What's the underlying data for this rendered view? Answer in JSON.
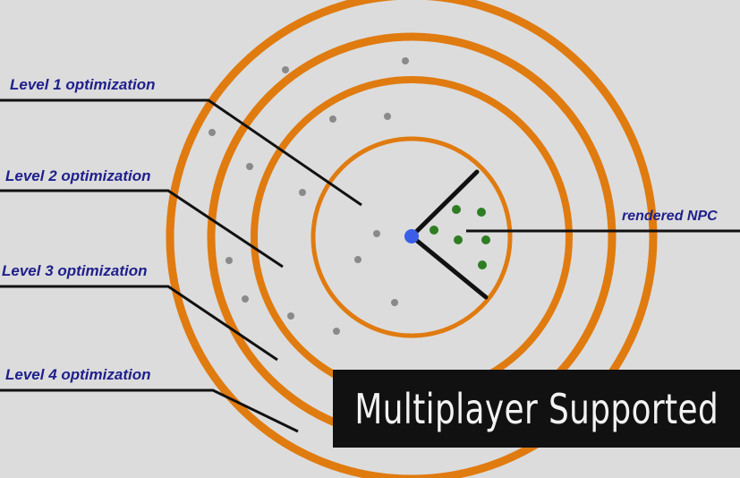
{
  "labels": {
    "level1": "Level 1 optimization",
    "level2": "Level 2 optimization",
    "level3": "Level 3 optimization",
    "level4": "Level 4 optimization",
    "npc": "rendered NPC"
  },
  "banner": {
    "text": "Multiplayer Supported"
  },
  "colors": {
    "background": "#dcdcdc",
    "ring": "#e07b10",
    "label": "#1f1f8c",
    "player": "#3a5ee8",
    "rendered_npc": "#2e7d22",
    "unrendered_npc": "#8a8a8a",
    "banner_bg": "#111111",
    "banner_text": "#f2f2f2"
  },
  "icons": {
    "player": "player-dot",
    "view_cone": "view-cone-lines"
  }
}
